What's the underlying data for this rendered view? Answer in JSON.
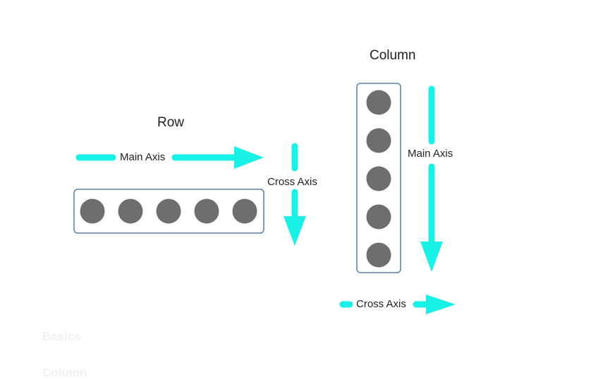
{
  "colors": {
    "arrow": "#19f0e6",
    "container_border": "#5d7fa8",
    "item": "#6e6e6e",
    "text": "#222222"
  },
  "row": {
    "title": "Row",
    "main_axis_label": "Main Axis",
    "cross_axis_label": "Cross Axis",
    "item_count": 5
  },
  "column": {
    "title": "Column",
    "main_axis_label": "Main Axis",
    "cross_axis_label": "Cross Axis",
    "item_count": 5
  },
  "background_text": [
    "Basics",
    "Column"
  ]
}
